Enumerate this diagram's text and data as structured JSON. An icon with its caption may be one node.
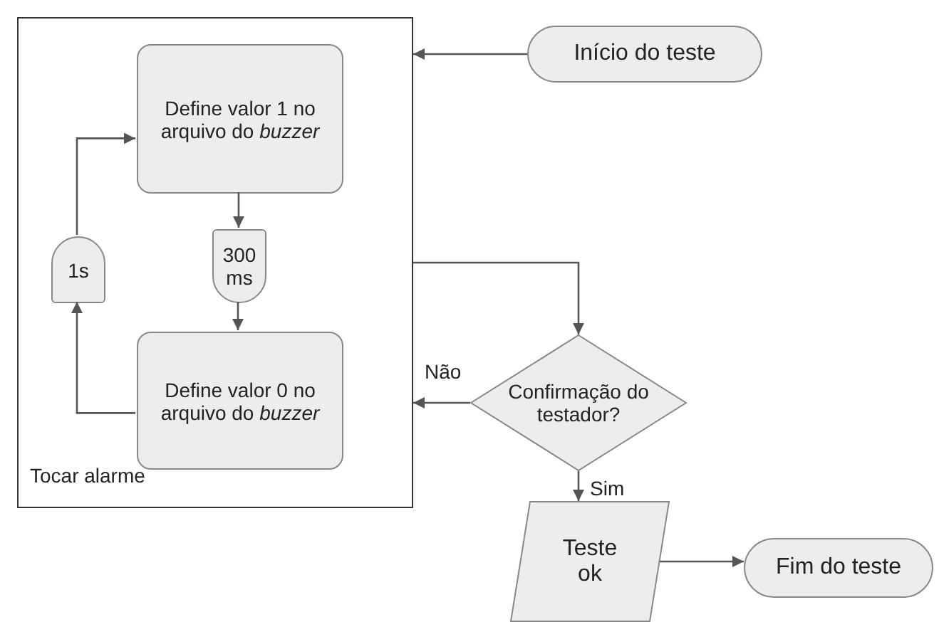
{
  "diagram": {
    "nodes": [
      {
        "text": [
          "Tocar alarme"
        ]
      },
      {
        "text": [
          "Define valor 1 no arquivo do *buzzer*"
        ],
        "in": 0
      },
      {
        "text": [
          "300 ms"
        ],
        "in": 0
      },
      {
        "text": [
          "Define valor 0 no arquivo do *buzzer*"
        ],
        "in": 0
      },
      {
        "text": [
          "1s"
        ],
        "in": 0
      },
      {
        "text": [
          "Início do teste"
        ]
      },
      {
        "text": [
          "Confirmação do testador?"
        ]
      },
      {
        "text": [
          "Teste ok"
        ]
      },
      {
        "text": [
          "Fim do teste"
        ]
      }
    ],
    "edges": [
      {
        "from": 5,
        "to": 0,
        "arrow": "to"
      },
      {
        "from": 1,
        "to": 2,
        "arrow": "to"
      },
      {
        "from": 2,
        "to": 3,
        "arrow": "to"
      },
      {
        "from": 3,
        "to": 4,
        "arrow": "to"
      },
      {
        "from": 4,
        "to": 1,
        "arrow": "to"
      },
      {
        "from": 0,
        "to": 6,
        "arrow": "to"
      },
      {
        "from": 6,
        "to": 0,
        "label": "Não",
        "arrow": "to"
      },
      {
        "from": 6,
        "to": 7,
        "label": "Sim",
        "arrow": "to"
      },
      {
        "from": 7,
        "to": 8,
        "arrow": "to"
      }
    ]
  }
}
